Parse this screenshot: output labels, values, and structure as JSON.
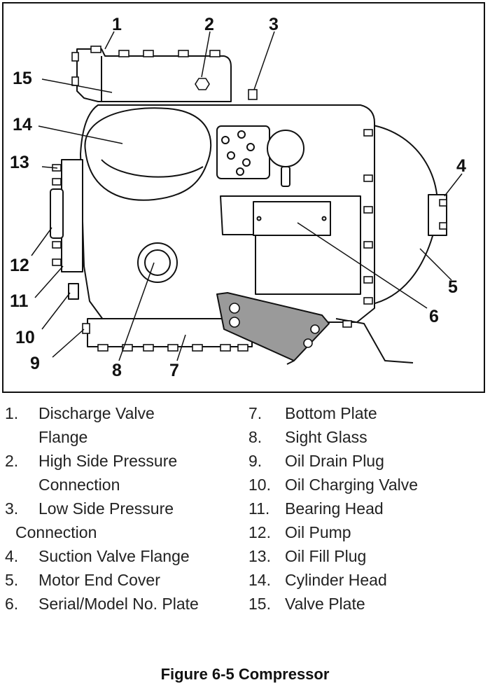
{
  "callouts": [
    "1",
    "2",
    "3",
    "4",
    "5",
    "6",
    "7",
    "8",
    "9",
    "10",
    "11",
    "12",
    "13",
    "14",
    "15"
  ],
  "legend_left": [
    {
      "num": "1.",
      "lines": [
        "Discharge Valve",
        "Flange"
      ]
    },
    {
      "num": "2.",
      "lines": [
        "High Side Pressure",
        "Connection"
      ]
    },
    {
      "num": "3.",
      "lines": [
        "Low Side Pressure"
      ]
    },
    {
      "num": "",
      "lines": [
        "Connection"
      ]
    },
    {
      "num": "4.",
      "lines": [
        "Suction Valve Flange"
      ]
    },
    {
      "num": "5.",
      "lines": [
        "Motor End Cover"
      ]
    },
    {
      "num": "6.",
      "lines": [
        "Serial/Model No. Plate"
      ]
    }
  ],
  "legend_right": [
    {
      "num": "7.",
      "label": "Bottom Plate"
    },
    {
      "num": "8.",
      "label": "Sight Glass"
    },
    {
      "num": "9.",
      "label": "Oil Drain Plug"
    },
    {
      "num": "10.",
      "label": "Oil Charging Valve"
    },
    {
      "num": "11.",
      "label": "Bearing Head"
    },
    {
      "num": "12.",
      "label": "Oil Pump"
    },
    {
      "num": "13.",
      "label": "Oil Fill Plug"
    },
    {
      "num": "14.",
      "label": "Cylinder Head"
    },
    {
      "num": "15.",
      "label": "Valve Plate"
    }
  ],
  "caption": "Figure 6-5 Compressor"
}
